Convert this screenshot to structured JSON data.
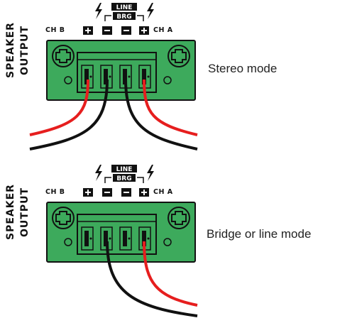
{
  "diagrams": [
    {
      "side_label_top": "SPEAKER",
      "side_label_bottom": "OUTPUT",
      "ch_left": "CH B",
      "ch_right": "CH A",
      "line_label": "LINE",
      "brg_label": "BRG",
      "terminal_polarity": [
        "+",
        "−",
        "−",
        "+"
      ],
      "mode_label": "Stereo mode",
      "wires": [
        "red",
        "black",
        "black",
        "red"
      ]
    },
    {
      "side_label_top": "SPEAKER",
      "side_label_bottom": "OUTPUT",
      "ch_left": "CH B",
      "ch_right": "CH A",
      "line_label": "LINE",
      "brg_label": "BRG",
      "terminal_polarity": [
        "+",
        "−",
        "−",
        "+"
      ],
      "mode_label": "Bridge or line mode",
      "wires": [
        "none",
        "black",
        "none",
        "red"
      ]
    }
  ],
  "colors": {
    "connector_green": "#3daa5c",
    "connector_dark": "#1b5e33",
    "wire_red": "#e61e1e",
    "wire_black": "#111111"
  }
}
